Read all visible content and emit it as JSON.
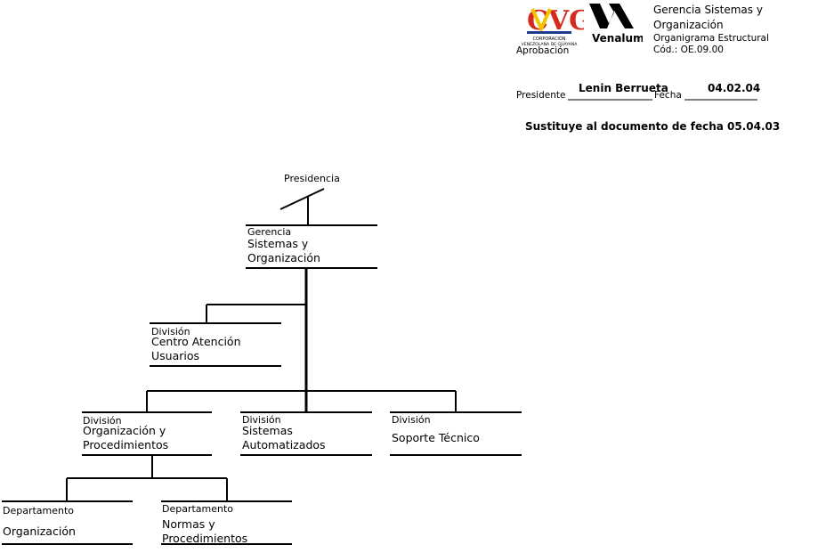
{
  "header": {
    "cvg_logo_text": "CVG",
    "cvg_caption_1": "CORPORACIÓN",
    "cvg_caption_2": "VENEZOLANA DE GUAYANA",
    "venalum_logo_text": "Venalum",
    "aprobacion_label": "Aprobación",
    "dept_line1": "Gerencia Sistemas y",
    "dept_line2": "Organización",
    "doc_type": "Organigrama Estructural",
    "doc_code": "Cód.: OE.09.00",
    "presidente_name": "Lenin Berrueta",
    "presidente_label": "Presidente",
    "fecha_value": "04.02.04",
    "fecha_label": "Fecha",
    "sustituye": "Sustituye al documento  de fecha 05.04.03"
  },
  "colors": {
    "logo_red": "#d52b1e",
    "logo_yellow": "#f2c500",
    "logo_blue": "#1f3b8f",
    "ink": "#000000"
  },
  "org": {
    "presidencia": "Presidencia",
    "gerencia": {
      "type": "Gerencia",
      "line1": "Sistemas y",
      "line2": "Organización"
    },
    "div_centro": {
      "type": "División",
      "line1": "Centro Atención",
      "line2": "Usuarios"
    },
    "div_orgproc": {
      "type": "División",
      "line1": "Organización y",
      "line2": "Procedimientos"
    },
    "div_sistemas": {
      "type": "División",
      "line1": "Sistemas",
      "line2": "Automatizados"
    },
    "div_soporte": {
      "type": "División",
      "line1": "Soporte Técnico"
    },
    "dep_org": {
      "type": "Departamento",
      "line1": "Organización"
    },
    "dep_normas": {
      "type": "Departamento",
      "line1": "Normas y",
      "line2": "Procedimientos"
    }
  }
}
